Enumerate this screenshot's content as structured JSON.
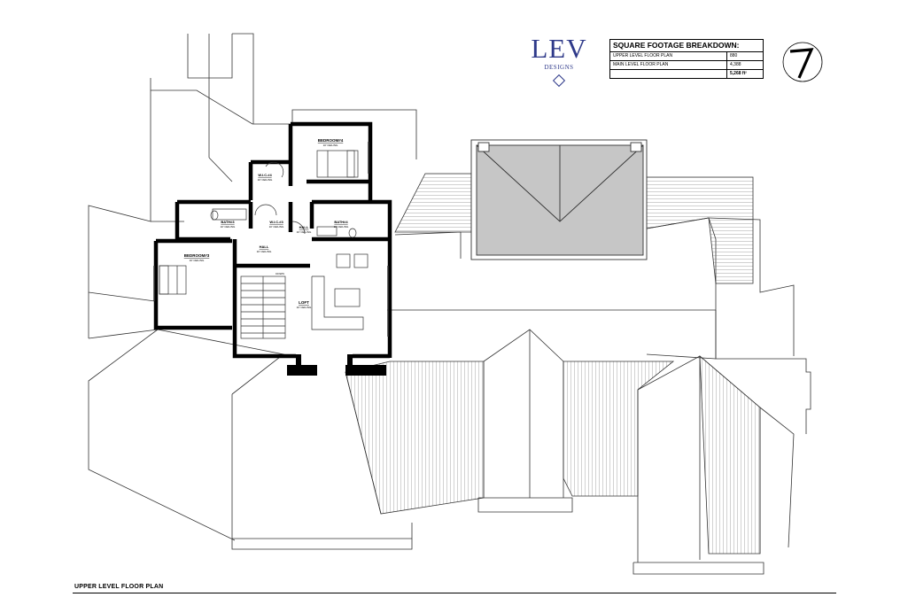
{
  "brand": {
    "name": "LEV",
    "sub": "DESIGNS",
    "accent_color": "#2f3a8a"
  },
  "square_footage": {
    "title": "SQUARE FOOTAGE BREAKDOWN:",
    "rows": [
      {
        "label": "UPPER LEVEL FLOOR PLAN",
        "value": "880"
      },
      {
        "label": "MAIN LEVEL FLOOR PLAN",
        "value": "4,388"
      },
      {
        "label": "",
        "value": "5,268 ft²"
      }
    ]
  },
  "rooms": {
    "bedroom4": {
      "name": "BEDROOM#4",
      "note": "10' CEILING"
    },
    "wic4": {
      "name": "W.I.C.#4",
      "note": "10' CEILING"
    },
    "wic3": {
      "name": "W.I.C.#3",
      "note": "10' CEILING"
    },
    "bath3": {
      "name": "BATH#3",
      "note": "10' CEILING"
    },
    "bath4": {
      "name": "BATH#4",
      "note": "10' CEILING"
    },
    "hall_upper": {
      "name": "HALL",
      "note": "10' CEILING"
    },
    "hall_lower": {
      "name": "HALL",
      "note": "10' CEILING"
    },
    "bedroom3": {
      "name": "BEDROOM#3",
      "note": "10' CEILING"
    },
    "loft": {
      "name": "LOFT",
      "note": "10' CEILING"
    },
    "stair_dn": {
      "name": "DOWN"
    }
  },
  "sheet_title": "UPPER LEVEL FLOOR PLAN",
  "icons": {
    "north_arrow": "north-arrow-icon",
    "logo_mark": "diamond-logo-icon"
  }
}
